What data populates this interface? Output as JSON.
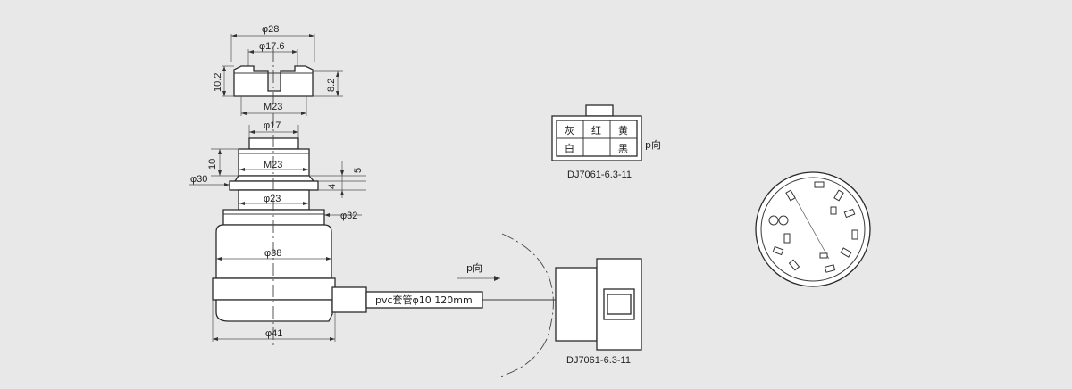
{
  "top_cap": {
    "dim_outer": "φ28",
    "dim_inner": "φ17.6",
    "dim_height": "10.2",
    "dim_inner_height": "8.2",
    "thread": "M23"
  },
  "body_part": {
    "dim_top": "φ17",
    "dim_thread": "M23",
    "dim_10": "10",
    "dim_5": "5",
    "dim_flange": "φ30",
    "dim_4": "4",
    "dim_23": "φ23",
    "dim_32": "φ32",
    "dim_38": "φ38",
    "dim_41": "φ41"
  },
  "cable": {
    "label": "pvc套管φ10  120mm",
    "direction": "p向"
  },
  "connector_top": {
    "cells": [
      "灰",
      "红",
      "黄",
      "白",
      "",
      "黑"
    ],
    "direction": "p向",
    "model": "DJ7061-6.3-11"
  },
  "connector_bottom": {
    "model": "DJ7061-6.3-11"
  }
}
